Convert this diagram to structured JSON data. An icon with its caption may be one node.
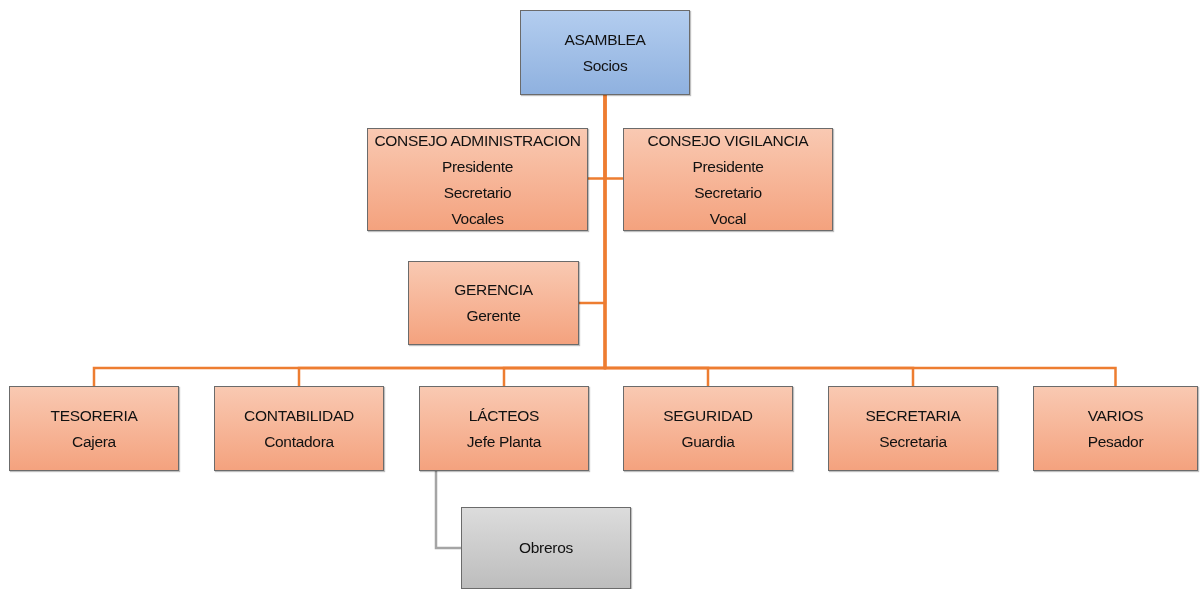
{
  "diagram": {
    "nodes": [
      {
        "text": [
          "ASAMBLEA",
          "Socios"
        ]
      },
      {
        "text": [
          "CONSEJO ADMINISTRACION",
          "Presidente",
          "Secretario",
          "Vocales"
        ]
      },
      {
        "text": [
          "CONSEJO VIGILANCIA",
          "Presidente",
          "Secretario",
          "Vocal"
        ]
      },
      {
        "text": [
          "GERENCIA",
          "Gerente"
        ]
      },
      {
        "text": [
          "TESORERIA",
          "Cajera"
        ]
      },
      {
        "text": [
          "CONTABILIDAD",
          "Contadora"
        ]
      },
      {
        "text": [
          "LÁCTEOS",
          "Jefe Planta"
        ]
      },
      {
        "text": [
          "SEGURIDAD",
          "Guardia"
        ]
      },
      {
        "text": [
          "SECRETARIA",
          "Secretaria"
        ]
      },
      {
        "text": [
          "VARIOS",
          "Pesador"
        ]
      },
      {
        "text": [
          "Obreros"
        ]
      }
    ],
    "edges": [
      {
        "from": 0,
        "to": 1,
        "arrow": "none"
      },
      {
        "from": 0,
        "to": 2,
        "arrow": "none"
      },
      {
        "from": 0,
        "to": 3,
        "arrow": "none"
      },
      {
        "from": 0,
        "to": 4,
        "arrow": "none"
      },
      {
        "from": 0,
        "to": 5,
        "arrow": "none"
      },
      {
        "from": 0,
        "to": 6,
        "arrow": "none"
      },
      {
        "from": 0,
        "to": 7,
        "arrow": "none"
      },
      {
        "from": 0,
        "to": 8,
        "arrow": "none"
      },
      {
        "from": 0,
        "to": 9,
        "arrow": "none"
      },
      {
        "from": 6,
        "to": 10,
        "arrow": "none",
        "color": "#a5a5a5"
      }
    ]
  }
}
